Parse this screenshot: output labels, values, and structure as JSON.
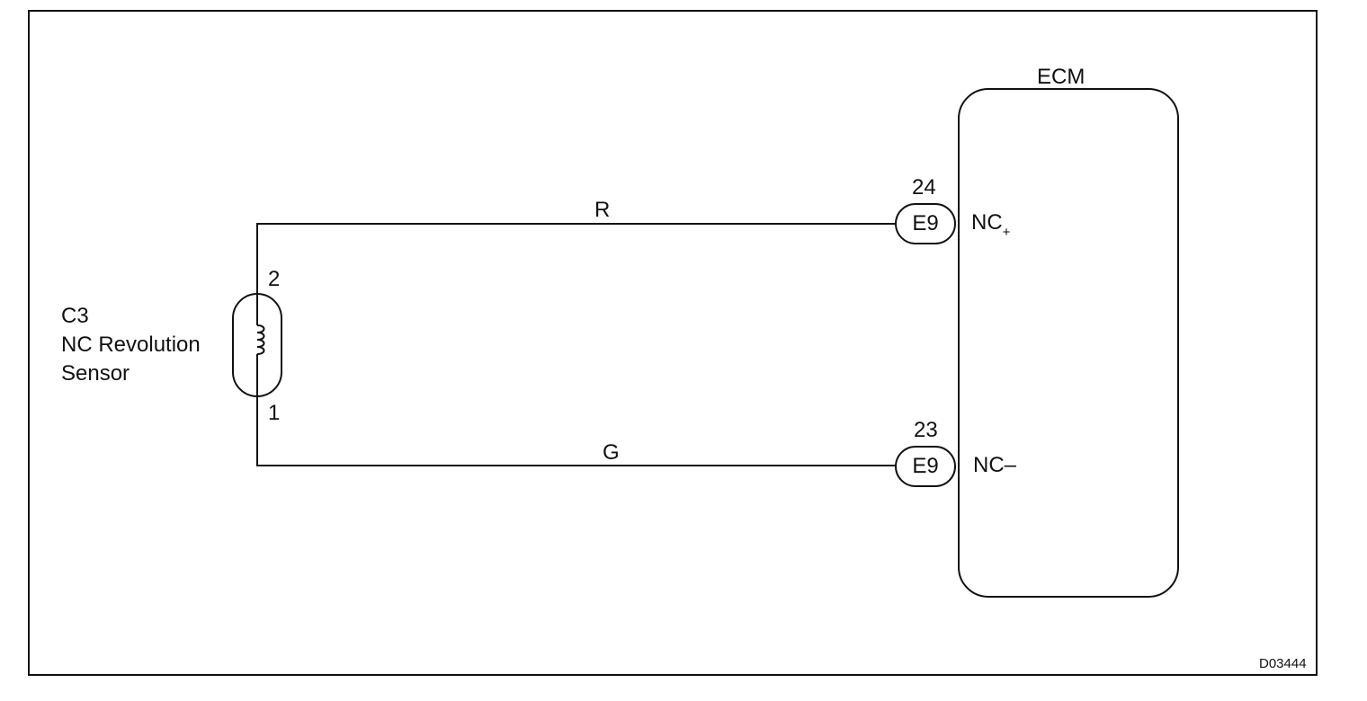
{
  "sensor": {
    "id": "C3",
    "name_line1": "NC Revolution",
    "name_line2": "Sensor",
    "pin_top": "2",
    "pin_bottom": "1"
  },
  "wires": {
    "top_color": "R",
    "bottom_color": "G"
  },
  "ecm": {
    "title": "ECM",
    "conn_top": {
      "pin": "24",
      "connector": "E9",
      "signal": "NC",
      "signal_sub": "+"
    },
    "conn_bottom": {
      "pin": "23",
      "connector": "E9",
      "signal": "NC–"
    }
  },
  "figure_id": "D03444"
}
